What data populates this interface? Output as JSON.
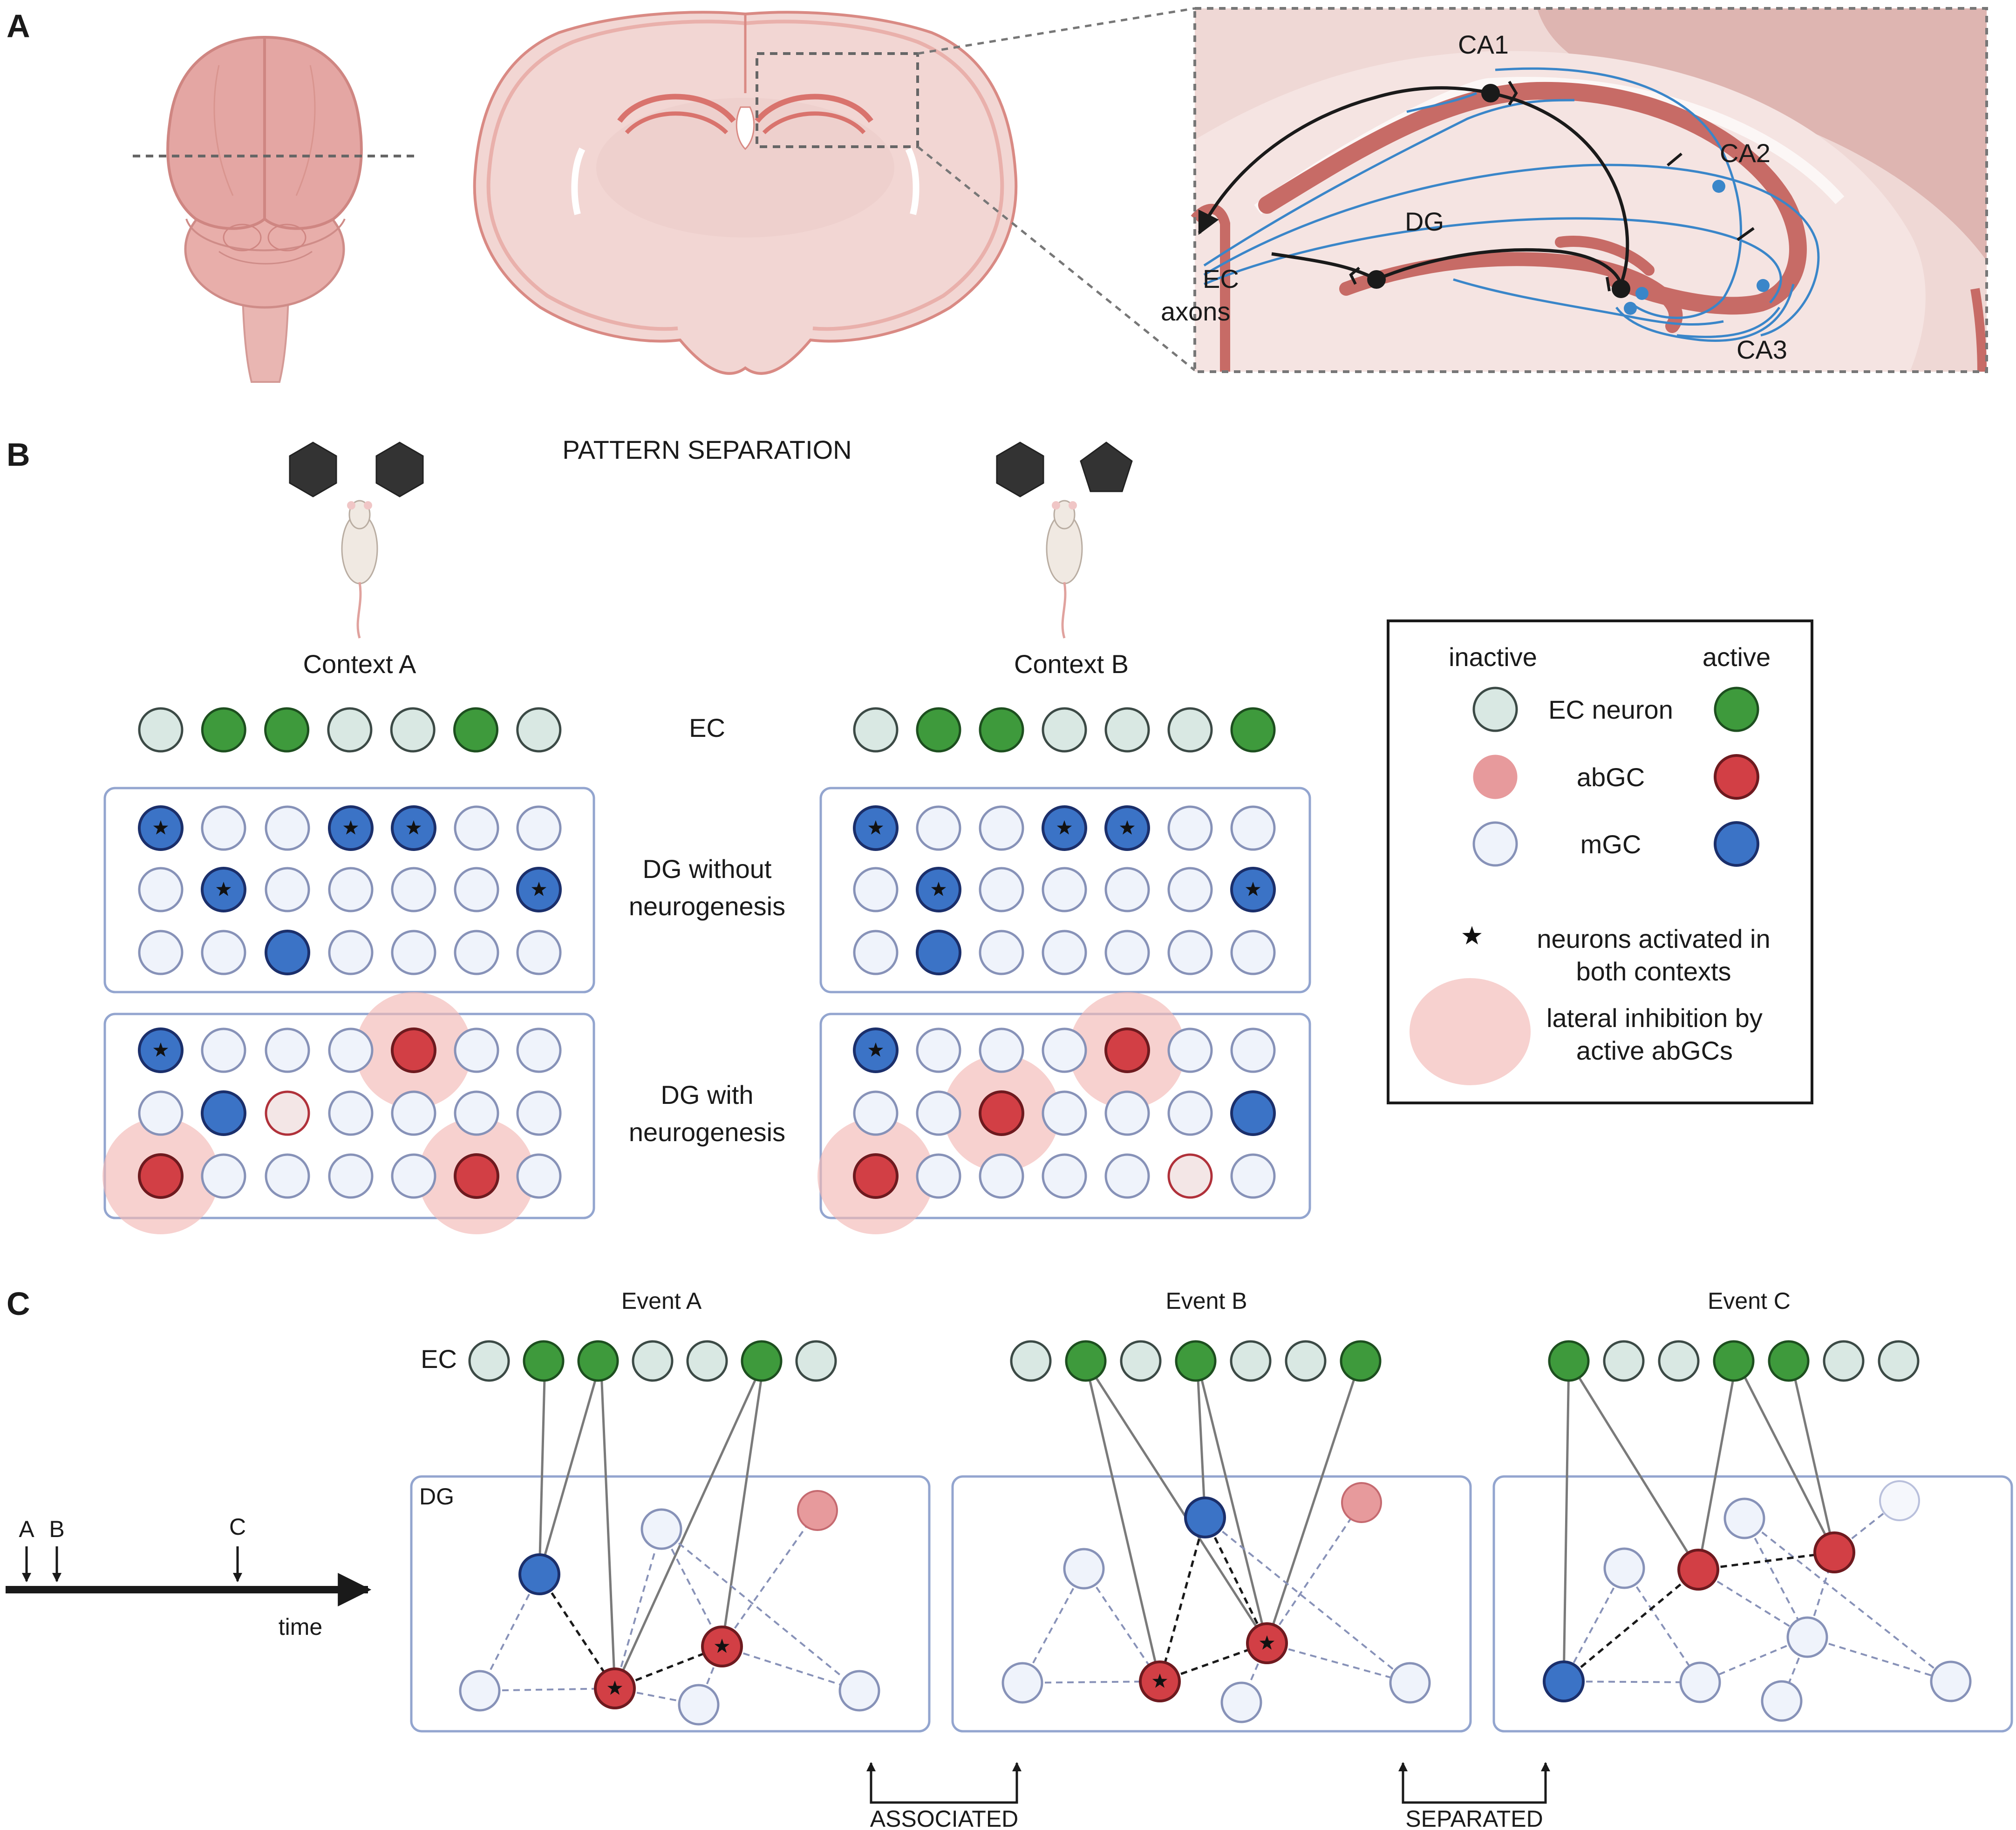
{
  "panels": {
    "a": "A",
    "b": "B",
    "c": "C"
  },
  "panel_a": {
    "labels": {
      "ca1": "CA1",
      "ca2": "CA2",
      "ca3": "CA3",
      "dg": "DG",
      "ec": "EC",
      "axons": "axons"
    }
  },
  "panel_b": {
    "title": "PATTERN SEPARATION",
    "context_a": "Context A",
    "context_b": "Context B",
    "row_ec": "EC",
    "row_dg_without_1": "DG without",
    "row_dg_without_2": "neurogenesis",
    "row_dg_with_1": "DG with",
    "row_dg_with_2": "neurogenesis",
    "ec_a": [
      0,
      1,
      1,
      0,
      0,
      1,
      0
    ],
    "ec_b": [
      0,
      1,
      1,
      0,
      0,
      0,
      1
    ]
  },
  "legend": {
    "inactive": "inactive",
    "active": "active",
    "ec_neuron": "EC neuron",
    "abgc": "abGC",
    "mgc": "mGC",
    "star_1": "neurons activated in",
    "star_2": "both contexts",
    "halo_1": "lateral inhibition by",
    "halo_2": "active abGCs"
  },
  "panel_c": {
    "event_a": "Event A",
    "event_b": "Event B",
    "event_c": "Event C",
    "ec": "EC",
    "dg": "DG",
    "timeline": {
      "a": "A",
      "b": "B",
      "c": "C",
      "time": "time"
    },
    "associated": "ASSOCIATED",
    "separated": "SEPARATED",
    "ec_event_a": [
      0,
      1,
      1,
      0,
      0,
      1,
      0
    ],
    "ec_event_b": [
      0,
      1,
      0,
      1,
      0,
      0,
      1
    ],
    "ec_event_c": [
      1,
      0,
      0,
      1,
      1,
      0,
      0
    ]
  },
  "colors": {
    "ec_active": "#3e9a3c",
    "ec_inactive": "#d9e8e3",
    "abgc_active": "#d23f45",
    "abgc_inactive": "#e79a9c",
    "mgc_active": "#3b73c6",
    "mgc_inactive": "#eff3fb",
    "halo": "#f2b8b6"
  }
}
